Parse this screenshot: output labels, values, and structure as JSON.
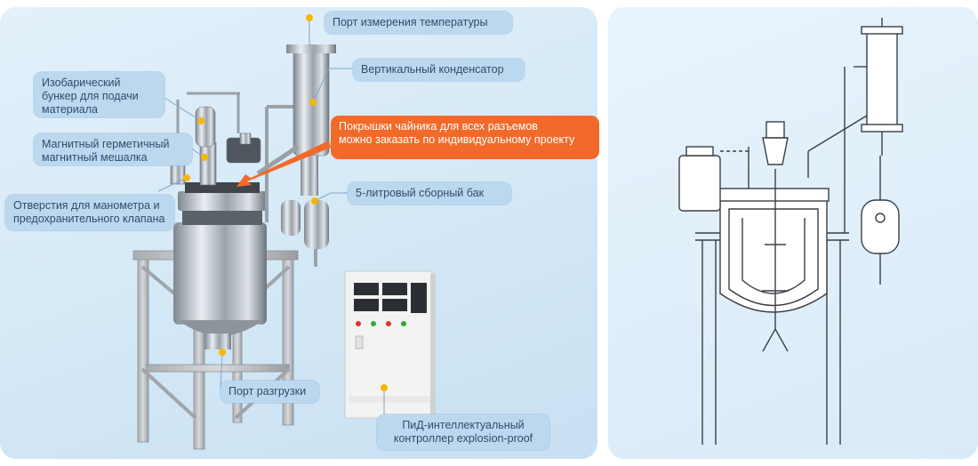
{
  "labels": {
    "temp_port": "Порт измерения температуры",
    "vertical_condenser": "Вертикальный конденсатор",
    "isobaric_hopper": "Изобарический\nбункер для подачи\nматериала",
    "kettle_covers": "Покрышки чайника для всех разъемов\nможно заказать по индивидуальному проекту",
    "magnetic_stirrer": "Магнитный герметичный\nмагнитный мешалка",
    "collection_tank": "5-литровый сборный бак",
    "gauge_valve_holes": "Отверстия для манометра и\nпредохранительного клапана",
    "discharge_port": "Порт разгрузки",
    "pid_controller": "ПиД-интеллектуальный\nконтроллер explosion-proof"
  },
  "colors": {
    "accent_orange": "#f26a2a",
    "label_bg": "#bcd8ef",
    "label_text": "#2d4d6b",
    "dot_yellow": "#f5b800"
  }
}
